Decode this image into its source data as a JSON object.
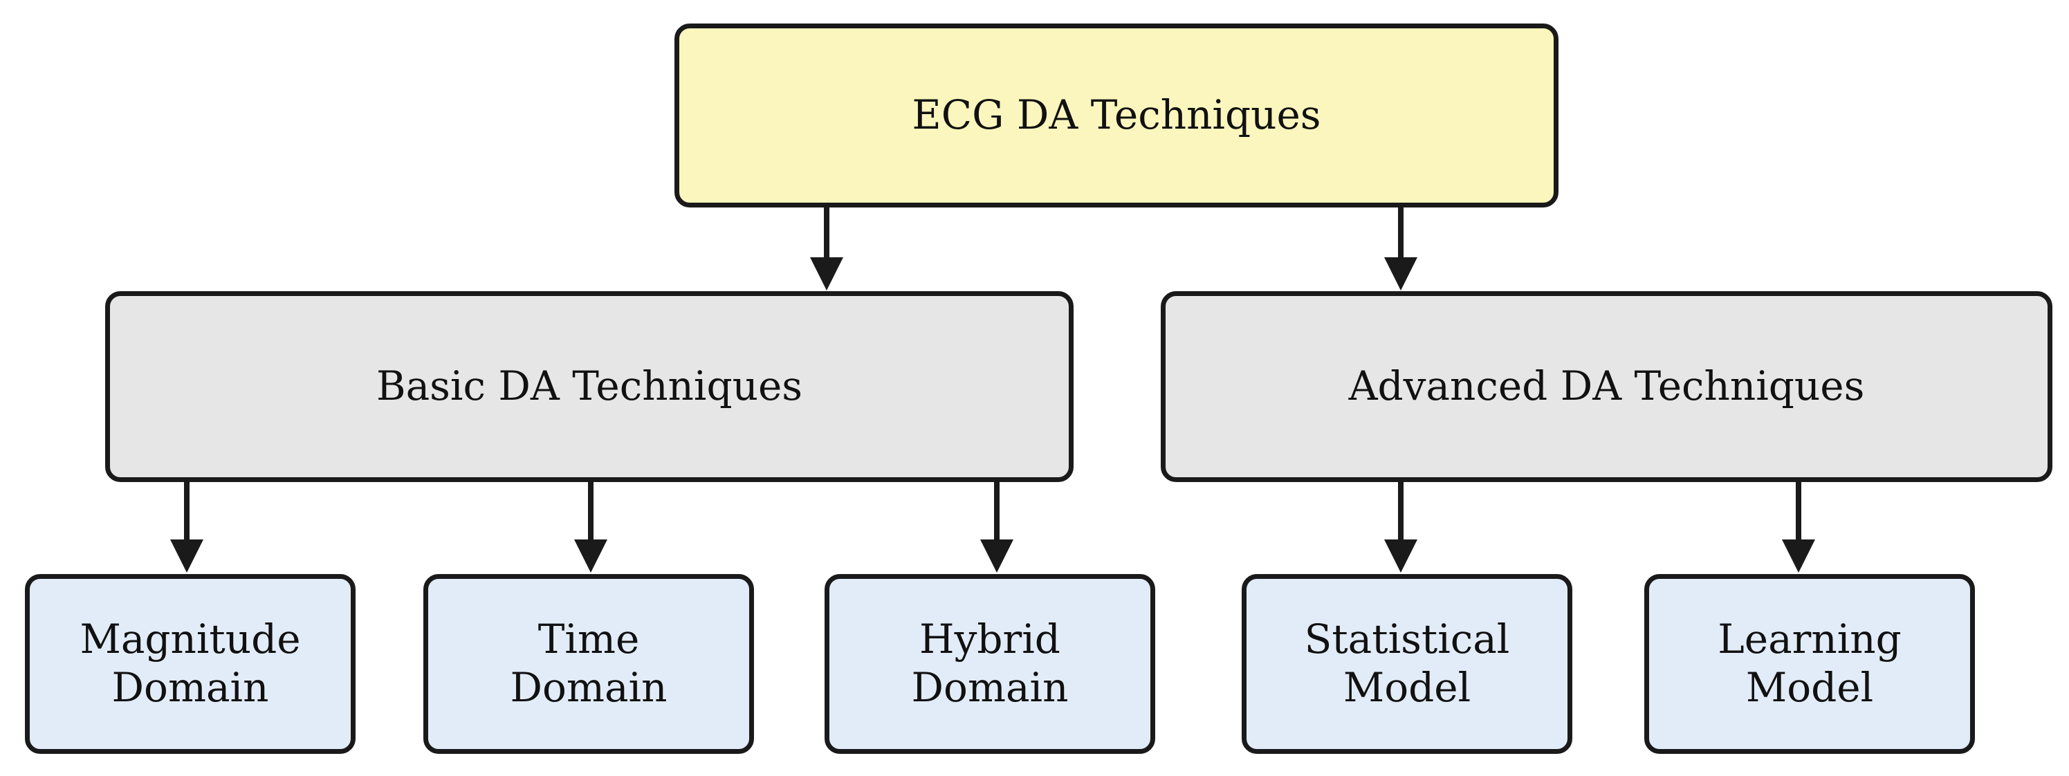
{
  "diagram": {
    "root": {
      "label": "ECG DA Techniques"
    },
    "basic": {
      "label": "Basic DA Techniques"
    },
    "advanced": {
      "label": "Advanced DA Techniques"
    },
    "basic_children": [
      {
        "label": "Magnitude\nDomain"
      },
      {
        "label": "Time\nDomain"
      },
      {
        "label": "Hybrid\nDomain"
      }
    ],
    "advanced_children": [
      {
        "label": "Statistical\nModel"
      },
      {
        "label": "Learning\nModel"
      }
    ],
    "colors": {
      "root_fill": "#fbf6bd",
      "category_fill": "#e6e6e6",
      "leaf_fill": "#e2ecf8",
      "stroke": "#1a1a1a"
    }
  }
}
